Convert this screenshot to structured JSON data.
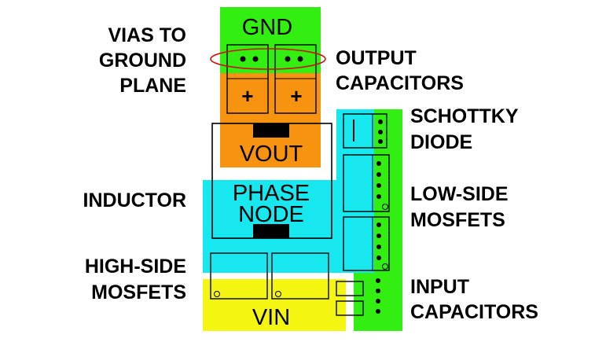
{
  "nets": {
    "gnd": "GND",
    "vout": "VOUT",
    "phase_line1": "PHASE",
    "phase_line2": "NODE",
    "vin": "VIN"
  },
  "labels": {
    "vias_line1": "VIAS TO",
    "vias_line2": "GROUND",
    "vias_line3": "PLANE",
    "output_line1": "OUTPUT",
    "output_line2": "CAPACITORS",
    "schottky_line1": "SCHOTTKY",
    "schottky_line2": "DIODE",
    "inductor": "INDUCTOR",
    "lowside_line1": "LOW-SIDE",
    "lowside_line2": "MOSFETS",
    "highside_line1": "HIGH-SIDE",
    "highside_line2": "MOSFETS",
    "input_line1": "INPUT",
    "input_line2": "CAPACITORS"
  },
  "symbols": {
    "plus": "+",
    "diode_bar": "I"
  },
  "colors": {
    "gnd": "#33ee11",
    "vout": "#f7930e",
    "phase": "#17e7ee",
    "vin": "#f5f512",
    "via_ring": "#cc1111"
  }
}
